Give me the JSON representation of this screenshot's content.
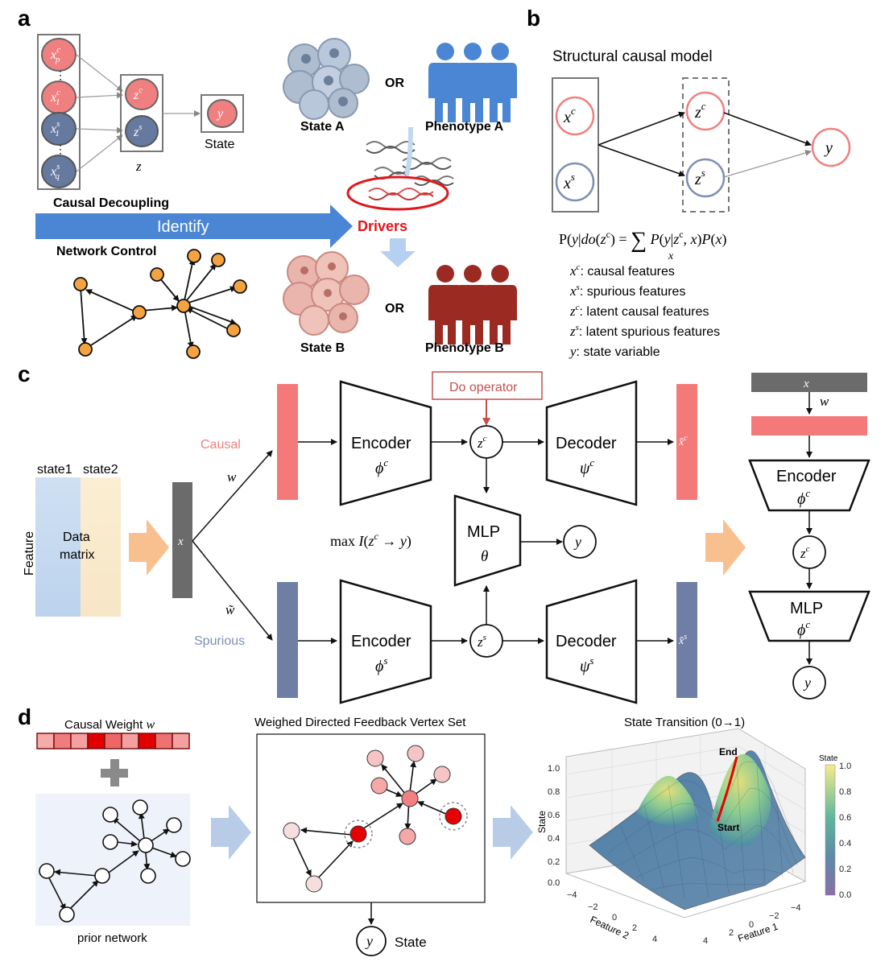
{
  "panels": {
    "a": "a",
    "b": "b",
    "c": "c",
    "d": "d"
  },
  "panel_a": {
    "feature_labels": [
      "x",
      "x",
      "x",
      "x"
    ],
    "feature_subs": [
      "p",
      "1",
      "1",
      "q"
    ],
    "feature_sups": [
      "c",
      "c",
      "s",
      "s"
    ],
    "latent_labels": [
      "z",
      "z"
    ],
    "latent_sups": [
      "c",
      "s"
    ],
    "latent_group_label": "z",
    "y_label": "y",
    "state_label": "State",
    "causal_decoupling": "Causal Decoupling",
    "identify": "Identify",
    "network_control": "Network Control",
    "drivers": "Drivers",
    "or_top": "OR",
    "or_bottom": "OR",
    "state_a": "State A",
    "phenotype_a": "Phenotype A",
    "state_b": "State B",
    "phenotype_b": "Phenotype B"
  },
  "panel_b": {
    "title": "Structural causal model",
    "xc": "x",
    "xc_sup": "c",
    "xs": "x",
    "xs_sup": "s",
    "zc": "z",
    "zc_sup": "c",
    "zs": "z",
    "zs_sup": "s",
    "y": "y",
    "formula": "P(y|do(z^c)) = Σ_x P(y|z^c, x)P(x)",
    "legend": [
      {
        "sym": "x^c",
        "text": ": causal features"
      },
      {
        "sym": "x^s",
        "text": ": spurious features"
      },
      {
        "sym": "z^c",
        "text": ": latent causal features"
      },
      {
        "sym": "z^s",
        "text": ": latent spurious features"
      },
      {
        "sym": "y",
        "text": ": state variable"
      }
    ]
  },
  "panel_c": {
    "state1": "state1",
    "state2": "state2",
    "feature": "Feature",
    "data_matrix_1": "Data",
    "data_matrix_2": "matrix",
    "x": "x",
    "w": "w",
    "w_tilde": "w̃",
    "causal": "Causal",
    "spurious": "Spurious",
    "encoder": "Encoder",
    "phi_c": "ϕ^c",
    "phi_s": "ϕ^s",
    "decoder": "Decoder",
    "psi_c": "ψ^c",
    "psi_s": "ψ^s",
    "do_operator": "Do operator",
    "zc": "z^c",
    "zs": "z^s",
    "mlp": "MLP",
    "theta": "θ",
    "y": "y",
    "objective": "max I(z^c → y)",
    "xhat_c": "x̂^c",
    "xhat_s": "x̂^s",
    "right_x": "x",
    "right_w": "w",
    "right_encoder": "Encoder",
    "right_phi": "ϕ^c",
    "right_z": "z^c",
    "right_mlp": "MLP",
    "right_mlp_phi": "ϕ^c",
    "right_y": "y"
  },
  "panel_d": {
    "causal_weight": "Causal Weight w",
    "weights": [
      0.25,
      0.45,
      0.3,
      1.0,
      0.55,
      0.3,
      1.0,
      0.5,
      0.3
    ],
    "prior_network": "prior network",
    "fvs_title": "Weighed Directed Feedback Vertex Set",
    "y": "y",
    "state": "State",
    "surface_title": "State Transition (0→1)",
    "z_ticks": [
      "1.0",
      "0.8",
      "0.6",
      "0.4",
      "0.2",
      "0.0"
    ],
    "z_label": "State",
    "colorbar_title": "State",
    "colorbar_ticks": [
      "1.0",
      "0.8",
      "0.6",
      "0.4",
      "0.2",
      "0.0"
    ],
    "feature1": "Feature 1",
    "feature2": "Feature 2",
    "f1_ticks": [
      "4",
      "2",
      "0",
      "−2",
      "−4"
    ],
    "f2_ticks": [
      "−4",
      "−2",
      "0",
      "2",
      "4"
    ],
    "end": "End",
    "start": "Start"
  },
  "colors": {
    "causal_red": "#f08080",
    "spurious_blue": "#7f8fb2",
    "node_orange": "#f4a340",
    "arrow_blue": "#4a86d4",
    "drivers_red": "#e0181b",
    "dark_gray": "#6b6b6b",
    "flow_orange": "#f9c08f",
    "flow_blue": "#b8cce8"
  }
}
